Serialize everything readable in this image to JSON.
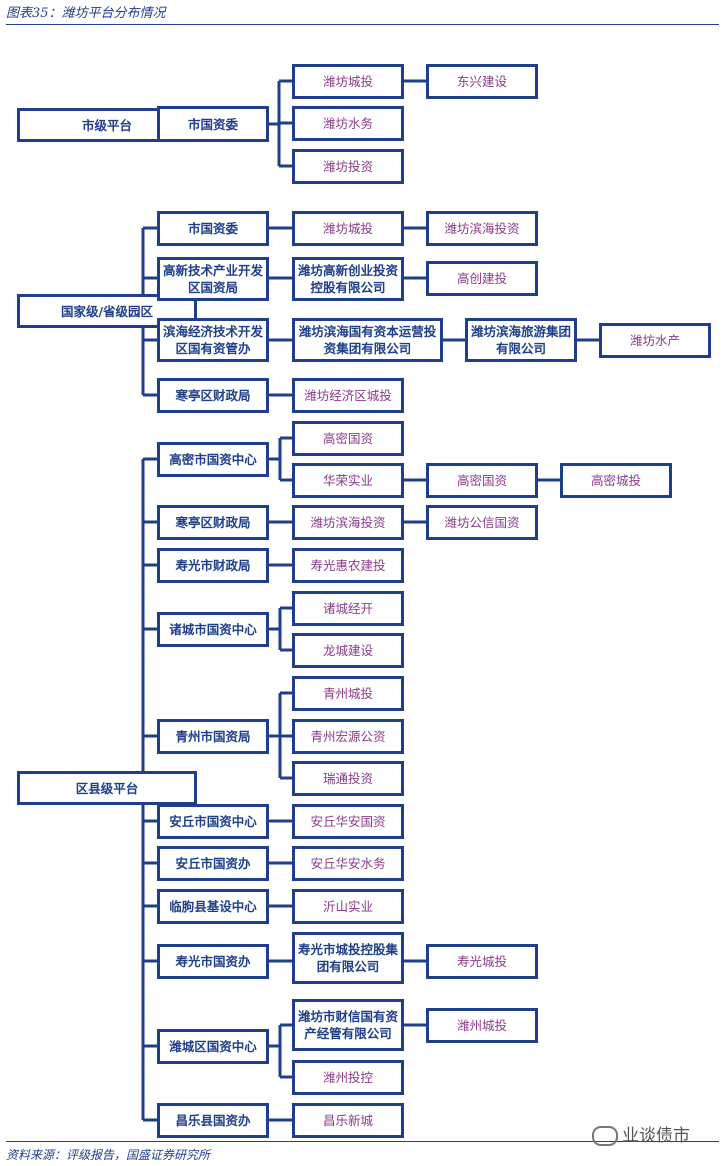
{
  "title": "图表35：潍坊平台分布情况",
  "source": "资料来源：评级报告，国盛证券研究所",
  "watermark": "业谈债市",
  "colors": {
    "border": "#1f3f8a",
    "text_blue": "#1f3f8a",
    "text_purple": "#8c3a8c"
  },
  "nodes": {
    "r1": "市级平台",
    "r2": "国家级/省级园区",
    "r3": "区县级平台",
    "g1": "市国资委",
    "c1": "潍坊城投",
    "c1b": "东兴建设",
    "c2": "潍坊水务",
    "c3": "潍坊投资",
    "g2": "市国资委",
    "d1": "潍坊城投",
    "d1b": "潍坊滨海投资",
    "g3": "高新技术产业开发\n区国资局",
    "d2": "潍坊高新创业投资\n控股有限公司",
    "d2b": "高创建投",
    "g4": "滨海经济技术开发\n区国有资管办",
    "d3": "潍坊滨海国有资本运营投\n资集团有限公司",
    "d3b": "潍坊滨海旅游集团\n有限公司",
    "d3c": "潍坊水产",
    "g5": "寒亭区财政局",
    "d4": "潍坊经济区城投",
    "h1": "高密市国资中心",
    "e1": "高密国资",
    "e2": "华荣实业",
    "e2b": "高密国资",
    "e2c": "高密城投",
    "h2": "寒亭区财政局",
    "e3": "潍坊滨海投资",
    "e3b": "潍坊公信国资",
    "h3": "寿光市财政局",
    "e4": "寿光惠农建投",
    "h4": "诸城市国资中心",
    "e5": "诸城经开",
    "e6": "龙城建设",
    "h5": "青州市国资局",
    "e7": "青州城投",
    "e8": "青州宏源公资",
    "e9": "瑞通投资",
    "h6": "安丘市国资中心",
    "e10": "安丘华安国资",
    "h7": "安丘市国资办",
    "e11": "安丘华安水务",
    "h8": "临朐县基设中心",
    "e12": "沂山实业",
    "h9": "寿光市国资办",
    "e13": "寿光市城投控股集\n团有限公司",
    "e13b": "寿光城投",
    "h10": "潍城区国资中心",
    "e14": "潍坊市财信国有资\n产经管有限公司",
    "e14b": "潍州城投",
    "e15": "潍州投控",
    "h11": "昌乐县国资办",
    "e16": "昌乐新城"
  }
}
